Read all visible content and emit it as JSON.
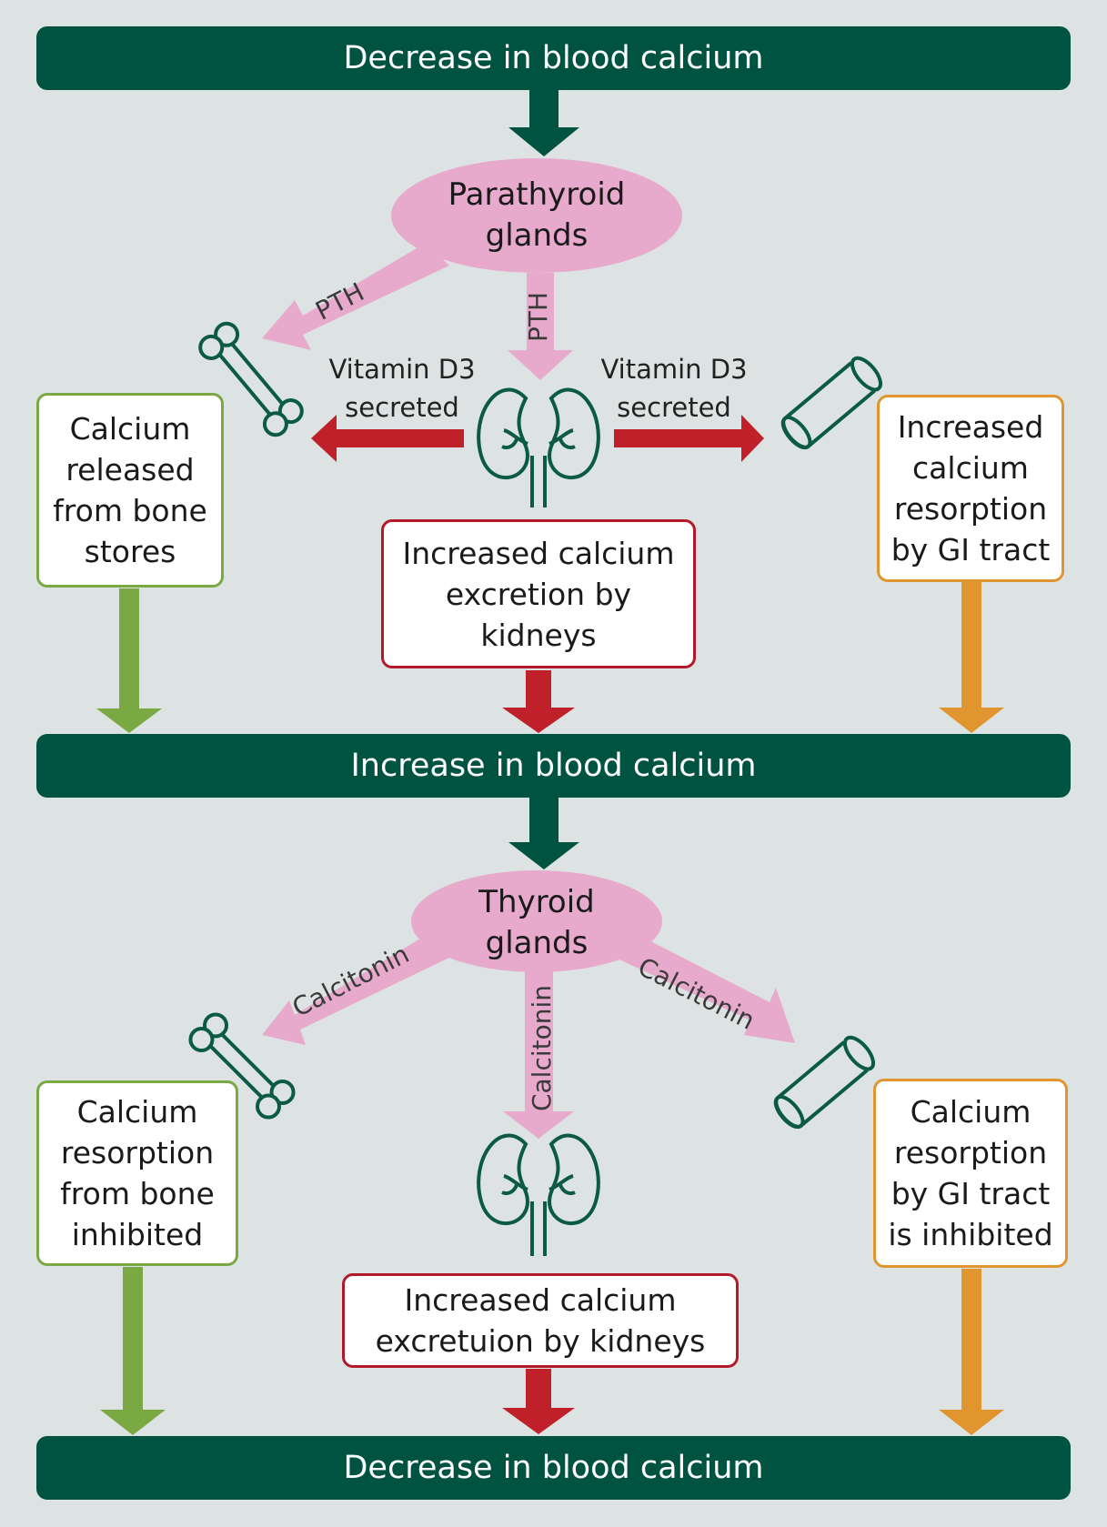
{
  "top_bar": "Decrease in blood calcium",
  "middle_bar": "Increase in blood calcium",
  "bottom_bar": "Decrease in blood calcium",
  "upper": {
    "gland": "Parathyroid\nglands",
    "hormone": "PTH",
    "vitamin_label": "Vitamin D3\nsecreted",
    "bone_box": "Calcium\nreleased\nfrom bone\nstores",
    "kidney_box": "Increased calcium\nexcretion by\nkidneys",
    "gi_box": "Increased\ncalcium\nresorption\nby GI tract"
  },
  "lower": {
    "gland": "Thyroid\nglands",
    "hormone": "Calcitonin",
    "bone_box": "Calcium\nresorption\nfrom bone\ninhibited",
    "kidney_box": "Increased calcium\nexcretuion by kidneys",
    "gi_box": "Calcium\nresorption\nby GI tract\nis inhibited"
  },
  "colors": {
    "background": "#dde3e3",
    "dark_green": "#005340",
    "pink": "#e8aacc",
    "red": "#b3182b",
    "light_green": "#7aa843",
    "orange": "#e0952e"
  },
  "icons": [
    "bone-icon",
    "kidney-icon",
    "intestine-icon"
  ]
}
